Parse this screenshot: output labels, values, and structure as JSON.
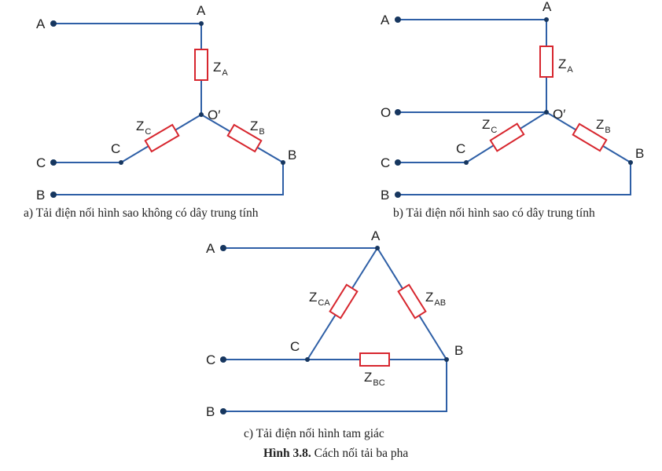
{
  "colors": {
    "wire": "#2e5fa6",
    "resistor": "#d7262e",
    "node": "#16365f",
    "text": "#1f1f1f"
  },
  "diagram_a": {
    "caption": "a) Tải điện nối hình sao không có dây trung tính",
    "terminal_A": "A",
    "terminal_C": "C",
    "terminal_B": "B",
    "node_A": "A",
    "node_C": "C",
    "node_B": "B",
    "neutral": "O′",
    "za": {
      "main": "Z",
      "sub": "A"
    },
    "zb": {
      "main": "Z",
      "sub": "B"
    },
    "zc": {
      "main": "Z",
      "sub": "C"
    }
  },
  "diagram_b": {
    "caption": "b) Tải điện nối hình sao có dây trung tính",
    "terminal_A": "A",
    "terminal_O": "O",
    "terminal_C": "C",
    "terminal_B": "B",
    "node_A": "A",
    "node_C": "C",
    "node_B": "B",
    "neutral": "O′",
    "za": {
      "main": "Z",
      "sub": "A"
    },
    "zb": {
      "main": "Z",
      "sub": "B"
    },
    "zc": {
      "main": "Z",
      "sub": "C"
    }
  },
  "diagram_c": {
    "caption": "c) Tải điện nối hình tam giác",
    "terminal_A": "A",
    "terminal_C": "C",
    "terminal_B": "B",
    "node_A": "A",
    "node_C": "C",
    "node_B": "B",
    "zca": {
      "main": "Z",
      "sub": "CA"
    },
    "zab": {
      "main": "Z",
      "sub": "AB"
    },
    "zbc": {
      "main": "Z",
      "sub": "BC"
    }
  },
  "figure": {
    "number": "Hình 3.8.",
    "title": "Cách nối tải ba pha"
  }
}
